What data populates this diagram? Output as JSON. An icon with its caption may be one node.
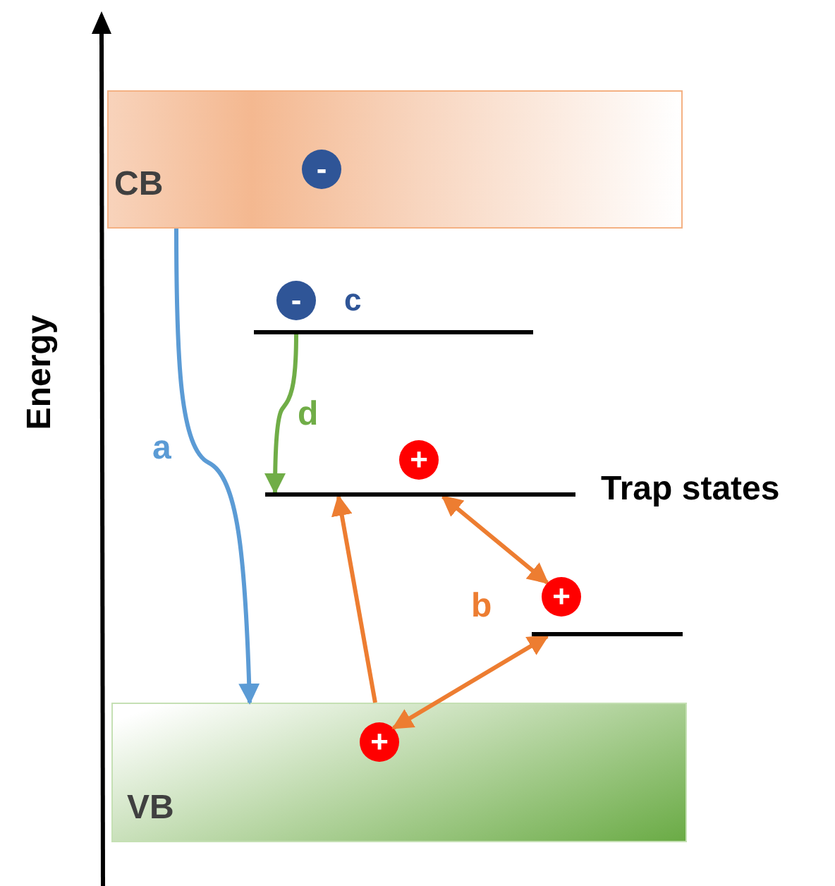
{
  "diagram": {
    "nodes": [
      {
        "text": [
          "CB"
        ]
      },
      {
        "text": [
          "VB"
        ]
      },
      {
        "text": [
          "-"
        ],
        "in": 0
      },
      {
        "text": [
          "-"
        ],
        "beside": [
          "c"
        ]
      },
      {
        "text": [],
        "shape": "bar"
      },
      {
        "text": [],
        "shape": "bar",
        "beside": [
          "Trap states"
        ]
      },
      {
        "text": [],
        "shape": "bar"
      },
      {
        "text": [
          "+"
        ]
      },
      {
        "text": [
          "+"
        ]
      },
      {
        "text": [
          "+"
        ],
        "in": 1
      }
    ],
    "edges": [
      {
        "from": 0,
        "to": 1,
        "arrow": "to",
        "label": "a",
        "color": "#5b9bd5"
      },
      {
        "from": 4,
        "to": 5,
        "arrow": "to",
        "label": "d",
        "color": "#70ad47"
      },
      {
        "from": 1,
        "to": 5,
        "arrow": "to"
      },
      {
        "from": 5,
        "to": 8,
        "arrow": "both",
        "label": "b"
      },
      {
        "from": 9,
        "to": 6,
        "arrow": "both"
      }
    ],
    "labels": [
      "Energy"
    ]
  }
}
